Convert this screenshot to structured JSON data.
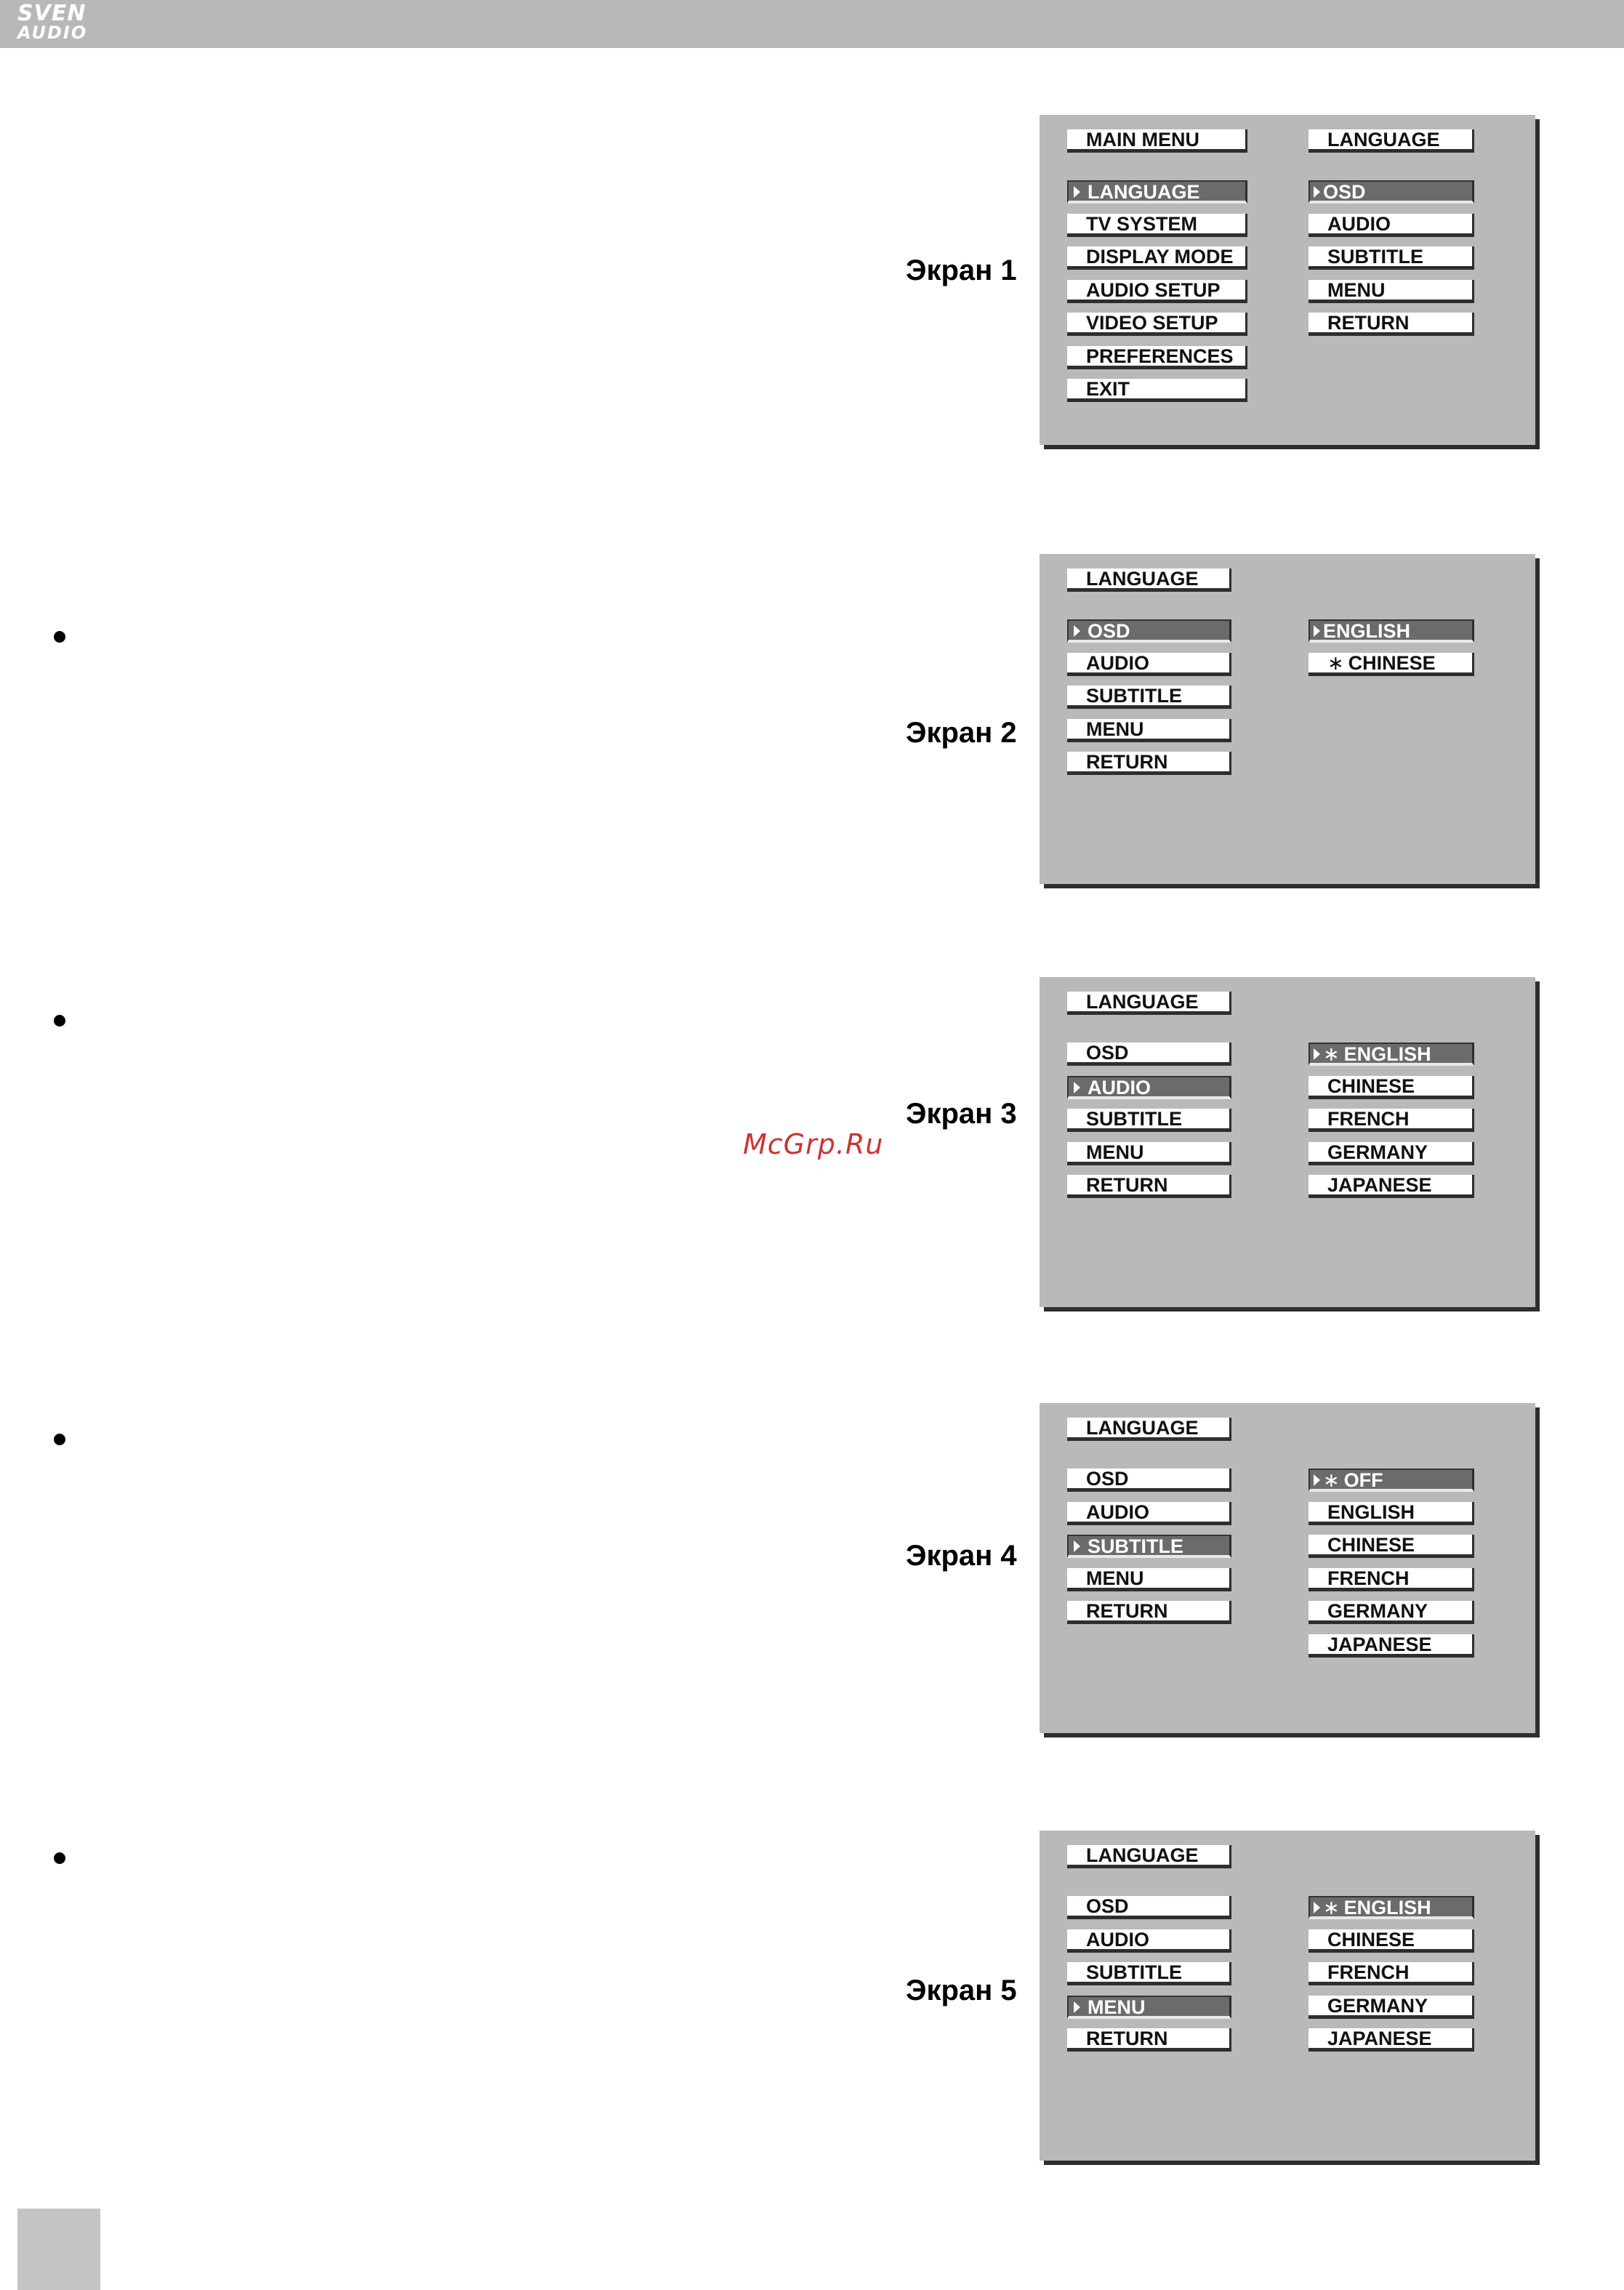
{
  "brand": {
    "line1": "SVEN",
    "line2": "AUDIO"
  },
  "watermark": "McGrp.Ru",
  "screens": [
    {
      "label": "Экран 1",
      "left_title": "MAIN MENU",
      "right_title": "LANGUAGE",
      "left_items": [
        "LANGUAGE",
        "TV SYSTEM",
        "DISPLAY MODE",
        "AUDIO SETUP",
        "VIDEO SETUP",
        "PREFERENCES",
        "EXIT"
      ],
      "left_selected": 0,
      "right_items": [
        "OSD",
        "AUDIO",
        "SUBTITLE",
        "MENU",
        "RETURN"
      ],
      "right_selected": 0,
      "right_marked": -1
    },
    {
      "label": "Экран 2",
      "left_title": "LANGUAGE",
      "right_title": "",
      "left_items": [
        "OSD",
        "AUDIO",
        "SUBTITLE",
        "MENU",
        "RETURN"
      ],
      "left_selected": 0,
      "right_items": [
        "ENGLISH",
        "CHINESE"
      ],
      "right_selected": 0,
      "right_marked": 1
    },
    {
      "label": "Экран 3",
      "left_title": "LANGUAGE",
      "right_title": "",
      "left_items": [
        "OSD",
        "AUDIO",
        "SUBTITLE",
        "MENU",
        "RETURN"
      ],
      "left_selected": 1,
      "right_items": [
        "ENGLISH",
        "CHINESE",
        "FRENCH",
        "GERMANY",
        "JAPANESE"
      ],
      "right_selected": 0,
      "right_marked": 0
    },
    {
      "label": "Экран 4",
      "left_title": "LANGUAGE",
      "right_title": "",
      "left_items": [
        "OSD",
        "AUDIO",
        "SUBTITLE",
        "MENU",
        "RETURN"
      ],
      "left_selected": 2,
      "right_items": [
        "OFF",
        "ENGLISH",
        "CHINESE",
        "FRENCH",
        "GERMANY",
        "JAPANESE"
      ],
      "right_selected": 0,
      "right_marked": 0
    },
    {
      "label": "Экран 5",
      "left_title": "LANGUAGE",
      "right_title": "",
      "left_items": [
        "OSD",
        "AUDIO",
        "SUBTITLE",
        "MENU",
        "RETURN"
      ],
      "left_selected": 3,
      "right_items": [
        "ENGLISH",
        "CHINESE",
        "FRENCH",
        "GERMANY",
        "JAPANESE"
      ],
      "right_selected": 0,
      "right_marked": 0
    }
  ]
}
